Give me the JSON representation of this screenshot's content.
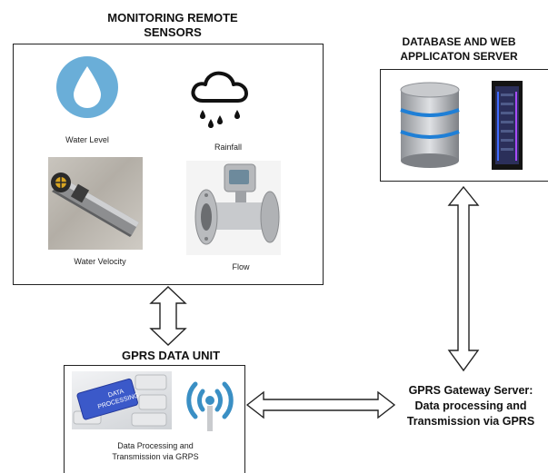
{
  "sensors": {
    "title_line1": "MONITORING REMOTE",
    "title_line2": "SENSORS",
    "water_level_label": "Water Level",
    "rainfall_label": "Rainfall",
    "water_velocity_label": "Water Velocity",
    "flow_label": "Flow"
  },
  "database": {
    "title_line1": "DATABASE AND WEB",
    "title_line2": "APPLICATON SERVER"
  },
  "gprs_unit": {
    "title": "GPRS DATA UNIT",
    "key_label_line1": "DATA",
    "key_label_line2": "PROCESSING",
    "caption_line1": "Data Processing and",
    "caption_line2": "Transmission via GRPS"
  },
  "gateway": {
    "line1": "GPRS Gateway Server:",
    "line2": "Data processing and",
    "line3": "Transmission via GPRS"
  },
  "colors": {
    "water_drop_circle": "#6aaed8",
    "arrow_outline": "#222222",
    "key_blue": "#3b59c9",
    "wifi_icon": "#3a8fc4"
  }
}
